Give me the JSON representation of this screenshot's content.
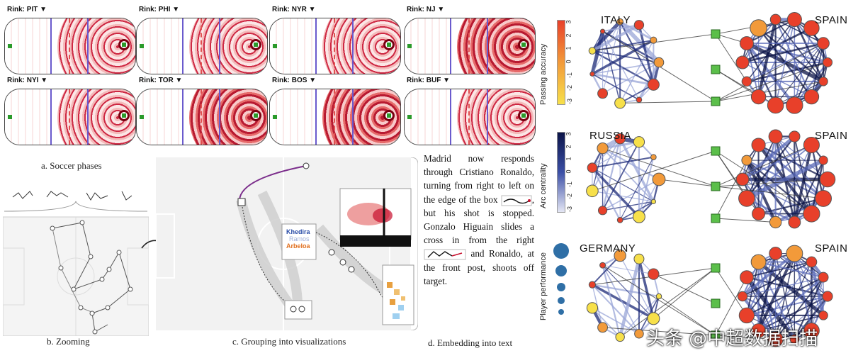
{
  "rinks": [
    {
      "label": "Rink: PIT ▼"
    },
    {
      "label": "Rink: PHI ▼"
    },
    {
      "label": "Rink: NYR ▼"
    },
    {
      "label": "Rink: NJ ▼"
    },
    {
      "label": "Rink: NYI ▼"
    },
    {
      "label": "Rink: TOR ▼"
    },
    {
      "label": "Rink: BOS ▼"
    },
    {
      "label": "Rink: BUF ▼"
    }
  ],
  "captions": {
    "a": "a. Soccer phases",
    "b": "b. Zooming",
    "c": "c. Grouping into visualizations",
    "d": "d. Embedding into text"
  },
  "panel_c_labels": {
    "p1": "Khedira",
    "p2": "Ramos",
    "p3": "Arbeloa"
  },
  "paragraph": {
    "part1": "Madrid now responds through Cristiano Ronaldo, turning from right to left on the edge of the box",
    "part2": ", but his shot is stopped. Gonzalo Higuain slides a cross in from the right",
    "part3": " and Ronaldo, at the front post, shoots off target."
  },
  "networks": [
    {
      "left": "ITALY",
      "right": "SPAIN"
    },
    {
      "left": "RUSSIA",
      "right": "SPAIN"
    },
    {
      "left": "GERMANY",
      "right": "SPAIN"
    }
  ],
  "legends": {
    "passing": {
      "title": "Passing accuracy",
      "ticks": [
        "3",
        "2",
        "1",
        "0",
        "-1",
        "-2",
        "-3"
      ],
      "colors": [
        "#e8402a",
        "#f29a3a",
        "#f7e04a"
      ]
    },
    "arc": {
      "title": "Arc centrality",
      "ticks": [
        "3",
        "2",
        "1",
        "0",
        "-1",
        "-2",
        "-3"
      ],
      "colors": [
        "#0b1448",
        "#3b4fa6",
        "#e4e6f4"
      ]
    },
    "perf": {
      "title": "Player performance"
    }
  },
  "watermark": "头条 @中超数据扫描"
}
